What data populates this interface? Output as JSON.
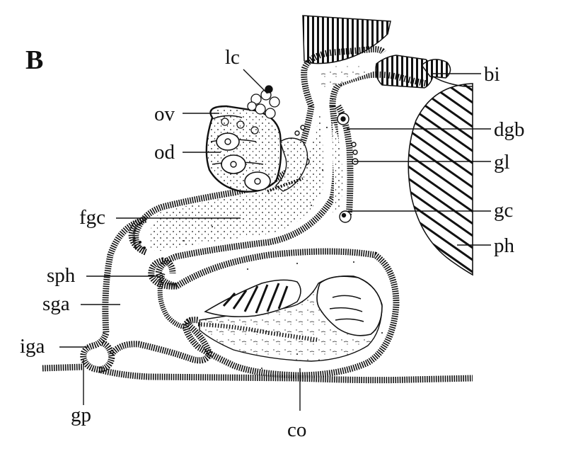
{
  "panel_label": "B",
  "labels": {
    "lc": "lc",
    "ov": "ov",
    "od": "od",
    "fgc": "fgc",
    "sph": "sph",
    "sga": "sga",
    "iga": "iga",
    "gp": "gp",
    "co": "co",
    "bi": "bi",
    "dgb": "dgb",
    "gl": "gl",
    "gc": "gc",
    "ph": "ph"
  },
  "colors": {
    "ink": "#111111",
    "background": "#ffffff"
  }
}
